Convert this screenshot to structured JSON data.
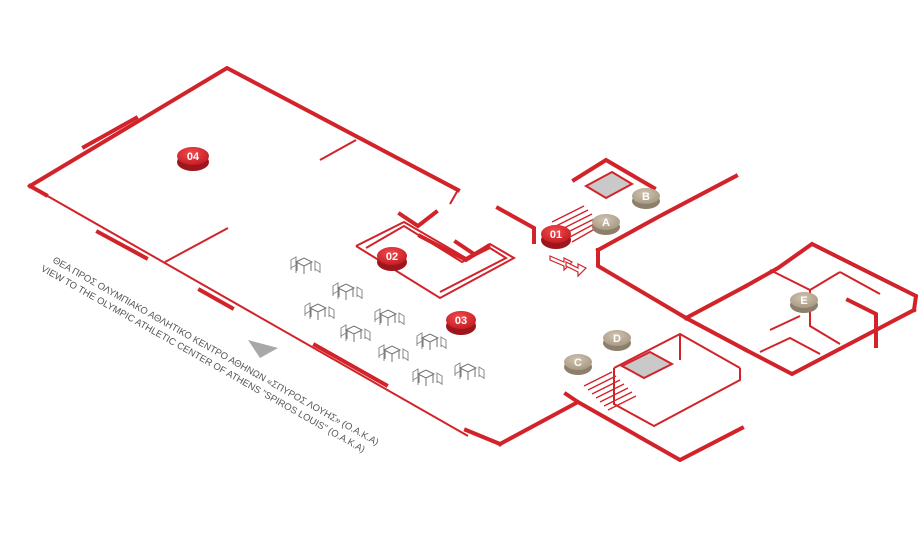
{
  "markers": {
    "red": [
      {
        "id": "m01",
        "label": "01"
      },
      {
        "id": "m02",
        "label": "02"
      },
      {
        "id": "m03",
        "label": "03"
      },
      {
        "id": "m04",
        "label": "04"
      }
    ],
    "beige": [
      {
        "id": "mA",
        "label": "A"
      },
      {
        "id": "mB",
        "label": "B"
      },
      {
        "id": "mC",
        "label": "C"
      },
      {
        "id": "mD",
        "label": "D"
      },
      {
        "id": "mE",
        "label": "E"
      }
    ]
  },
  "caption": {
    "greek": "ΘΕΑ ΠΡΟΣ ΟΛΥΜΠΙΑΚΟ ΑΘΛΗΤΙΚΟ ΚΕΝΤΡΟ ΑΘΗΝΩΝ «ΣΠΥΡΟΣ ΛΟΥΗΣ» (Ο.Α.Κ.Α)",
    "english": "VIEW TO THE OLYMPIC ATHLETIC CENTER OF ATHENS \"SPIROS LOUIS\" (O.A.K.A)"
  },
  "colors": {
    "wall": "#d2232a",
    "marker_red": "#d2232a",
    "marker_beige": "#b9ab95",
    "pad_gray": "#c9c9c9"
  },
  "icons": [
    "view-direction-triangle-icon",
    "entrance-arrows-icon",
    "cafe-table-icon"
  ]
}
